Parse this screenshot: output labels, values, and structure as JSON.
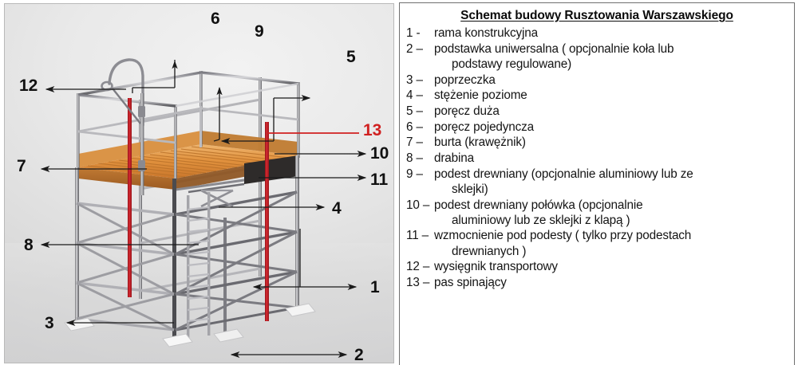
{
  "diagram": {
    "title": "Schemat budowy Rusztowania Warszawskiego",
    "callouts": [
      {
        "id": "callout-6",
        "label": "6",
        "color": "#111111"
      },
      {
        "id": "callout-9",
        "label": "9",
        "color": "#111111"
      },
      {
        "id": "callout-5",
        "label": "5",
        "color": "#111111"
      },
      {
        "id": "callout-12",
        "label": "12",
        "color": "#111111"
      },
      {
        "id": "callout-13",
        "label": "13",
        "color": "#d02020"
      },
      {
        "id": "callout-10",
        "label": "10",
        "color": "#111111"
      },
      {
        "id": "callout-7",
        "label": "7",
        "color": "#111111"
      },
      {
        "id": "callout-11",
        "label": "11",
        "color": "#111111"
      },
      {
        "id": "callout-4",
        "label": "4",
        "color": "#111111"
      },
      {
        "id": "callout-8",
        "label": "8",
        "color": "#111111"
      },
      {
        "id": "callout-1",
        "label": "1",
        "color": "#111111"
      },
      {
        "id": "callout-3",
        "label": "3",
        "color": "#111111"
      },
      {
        "id": "callout-2",
        "label": "2",
        "color": "#111111"
      }
    ],
    "colors": {
      "strap_red": "#c9222b",
      "deck_wood": "#e2933f",
      "deck_wood_light": "#edb066",
      "steel": "#9a9a9e",
      "steel_dark": "#3a3a3c",
      "background": "#e7e7e7"
    }
  },
  "legend": {
    "title": "Schemat budowy Rusztowania Warszawskiego",
    "items": [
      {
        "num": "1 -",
        "text": "rama konstrukcyjna",
        "cont": ""
      },
      {
        "num": "2 –",
        "text": "podstawka uniwersalna ( opcjonalnie koła lub",
        "cont": "podstawy regulowane)"
      },
      {
        "num": "3 –",
        "text": "poprzeczka",
        "cont": ""
      },
      {
        "num": "4 –",
        "text": "stężenie poziome",
        "cont": ""
      },
      {
        "num": "5 –",
        "text": "poręcz duża",
        "cont": ""
      },
      {
        "num": "6 –",
        "text": "poręcz pojedyncza",
        "cont": ""
      },
      {
        "num": "7 –",
        "text": "burta (krawężnik)",
        "cont": ""
      },
      {
        "num": "8 –",
        "text": "drabina",
        "cont": ""
      },
      {
        "num": "9 –",
        "text": "podest drewniany (opcjonalnie aluminiowy lub ze",
        "cont": "sklejki)"
      },
      {
        "num": "10 –",
        "text": "podest drewniany połówka (opcjonalnie",
        "cont": "aluminiowy lub ze sklejki z klapą )"
      },
      {
        "num": "11 –",
        "text": "wzmocnienie pod podesty ( tylko przy podestach",
        "cont": "drewnianych )"
      },
      {
        "num": "12 –",
        "text": "wysięgnik transportowy",
        "cont": ""
      },
      {
        "num": "13 –",
        "text": "pas spinający",
        "cont": ""
      }
    ]
  }
}
